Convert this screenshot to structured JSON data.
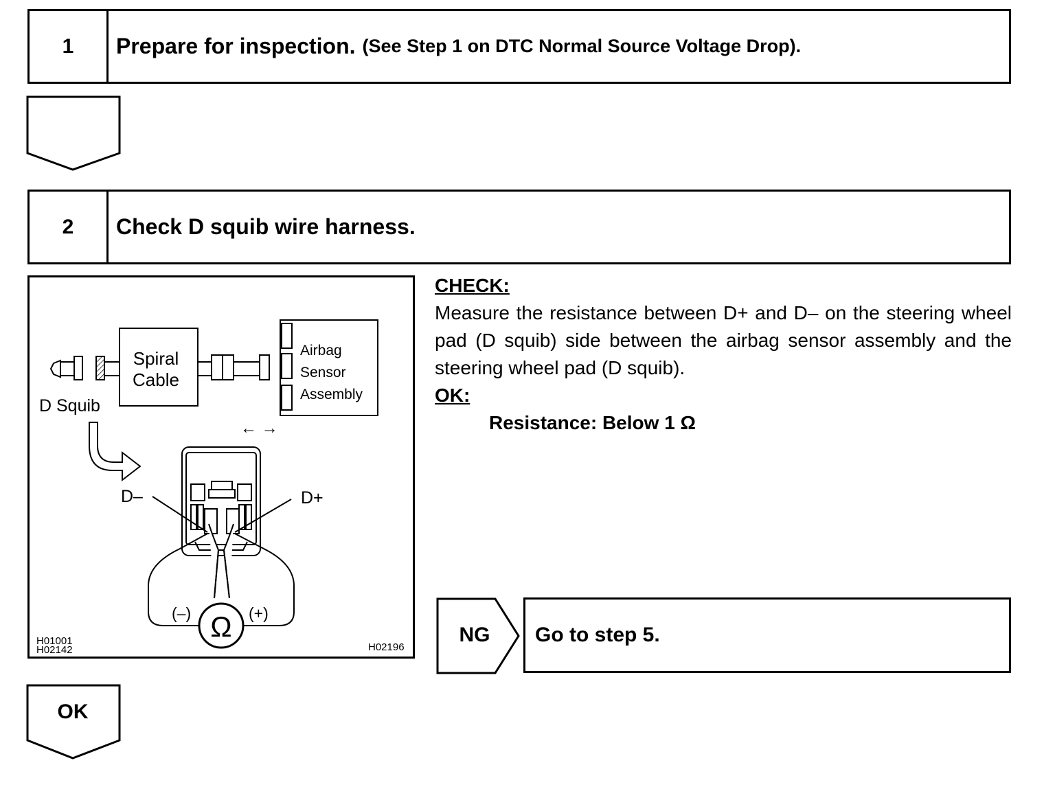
{
  "steps": [
    {
      "number": "1",
      "title": "Prepare for inspection.",
      "reference": "(See Step 1 on DTC Normal Source Voltage Drop)."
    },
    {
      "number": "2",
      "title": "Check D squib wire harness.",
      "reference": ""
    }
  ],
  "check": {
    "heading": "CHECK:",
    "text": "Measure the resistance between D+ and D– on the steering wheel pad (D squib) side between the airbag sensor assembly and the steering wheel pad (D squib).",
    "ok_heading": "OK:",
    "spec": "Resistance: Below 1 Ω"
  },
  "diagram": {
    "spiral_cable_line1": "Spiral",
    "spiral_cable_line2": "Cable",
    "airbag_line1": "Airbag",
    "airbag_line2": "Sensor",
    "airbag_line3": "Assembly",
    "d_squib": "D Squib",
    "arrows": "← →",
    "d_minus": "D–",
    "d_plus": "D+",
    "neg_terminal": "(–)",
    "pos_terminal": "(+)",
    "ohm_symbol": "Ω",
    "code_left_1": "H01001",
    "code_left_2": "H02142",
    "code_right": "H02196"
  },
  "ng": {
    "label": "NG",
    "action": "Go to step 5."
  },
  "ok_arrow": {
    "label": "OK"
  }
}
